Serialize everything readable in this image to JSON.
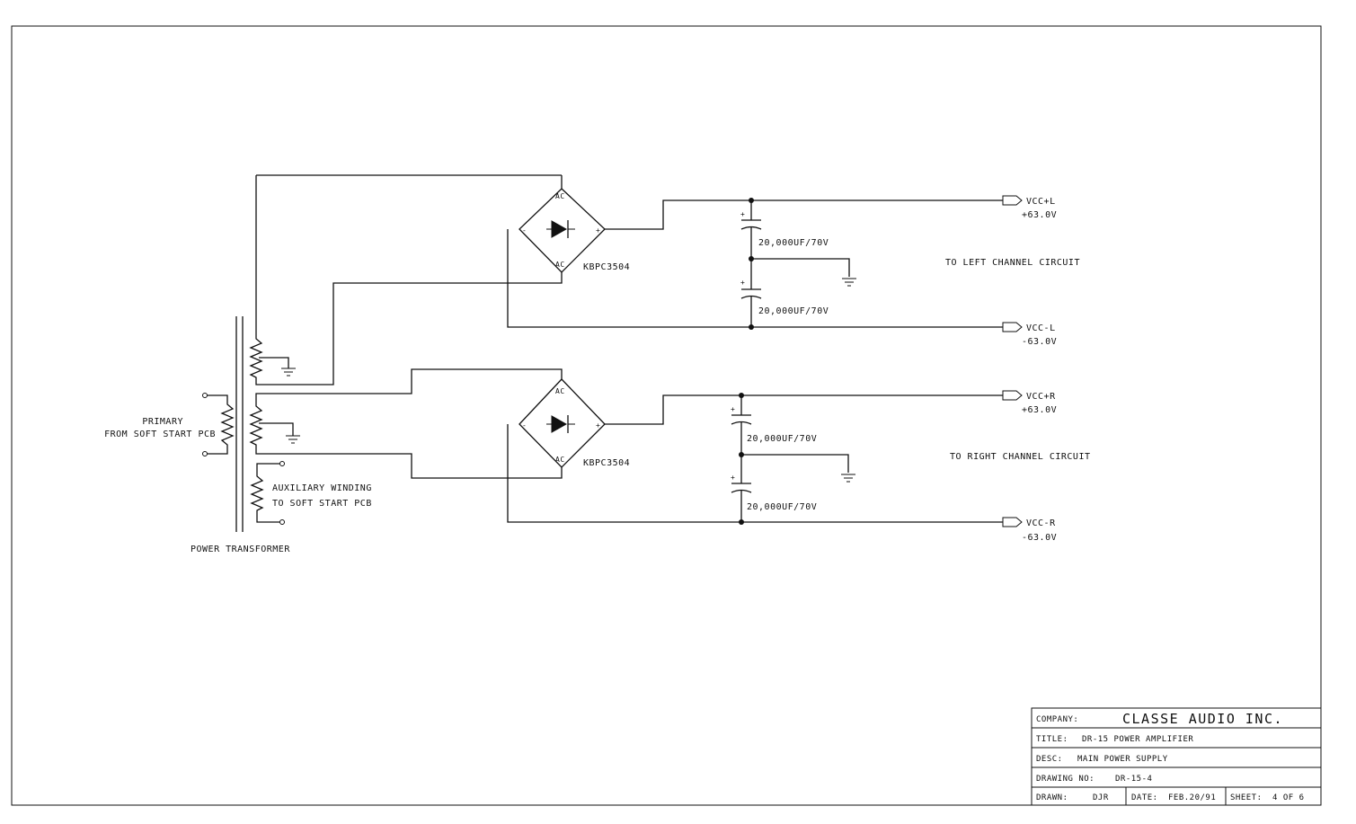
{
  "transformer": {
    "primary_label": "PRIMARY",
    "primary_source": "FROM SOFT START PCB",
    "aux_label": "AUXILIARY WINDING",
    "aux_dest": "TO SOFT START PCB",
    "name": "POWER TRANSFORMER"
  },
  "rectifiers": {
    "part_upper": "KBPC3504",
    "part_lower": "KBPC3504",
    "ac_label": "AC",
    "plus_label": "+",
    "minus_label": "-"
  },
  "capacitors": {
    "value": "20,000UF/70V",
    "polarity": "+"
  },
  "outputs": {
    "vcc_pos_l": "VCC+L",
    "vcc_pos_l_volts": "+63.0V",
    "vcc_neg_l": "VCC-L",
    "vcc_neg_l_volts": "-63.0V",
    "vcc_pos_r": "VCC+R",
    "vcc_pos_r_volts": "+63.0V",
    "vcc_neg_r": "VCC-R",
    "vcc_neg_r_volts": "-63.0V",
    "left_dest": "TO LEFT CHANNEL CIRCUIT",
    "right_dest": "TO RIGHT CHANNEL CIRCUIT"
  },
  "title_block": {
    "company_label": "COMPANY:",
    "company": "CLASSE AUDIO INC.",
    "title_label": "TITLE:",
    "title": "DR-15 POWER AMPLIFIER",
    "desc_label": "DESC:",
    "desc": "MAIN POWER SUPPLY",
    "drawing_no_label": "DRAWING NO:",
    "drawing_no": "DR-15-4",
    "drawn_label": "DRAWN:",
    "drawn": "DJR",
    "date_label": "DATE:",
    "date": "FEB.20/91",
    "sheet_label": "SHEET:",
    "sheet": "4 OF 6"
  }
}
